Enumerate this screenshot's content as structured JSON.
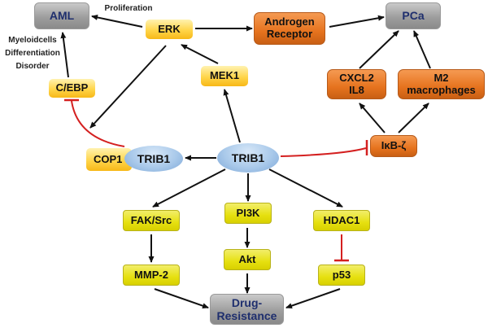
{
  "title": "TRIB1 signaling network",
  "colors": {
    "activation_edge": "#111111",
    "inhibition_edge": "#d42020",
    "outcome_node": "#9e9e9e",
    "outcome_text": "#1f2f6e",
    "kinase_node": "#ffd54a",
    "effector_node": "#e6e010",
    "pca_node": "#e6731e",
    "trib1_node": "#a9c9ea"
  },
  "nodes": {
    "aml": "AML",
    "erk": "ERK",
    "androgen_receptor": "Androgen Receptor",
    "pca": "PCa",
    "mek1": "MEK1",
    "cebp": "C/EBP",
    "cxcl2_il8_line1": "CXCL2",
    "cxcl2_il8_line2": "IL8",
    "m2_line1": "M2",
    "m2_line2": "macrophages",
    "cop1": "COP1",
    "trib1_bound": "TRIB1",
    "trib1_center": "TRIB1",
    "ikb_zeta": "IκB-ζ",
    "fak_src": "FAK/Src",
    "pi3k": "PI3K",
    "hdac1": "HDAC1",
    "mmp2": "MMP-2",
    "akt": "Akt",
    "p53": "p53",
    "drug_resistance_line1": "Drug-",
    "drug_resistance_line2": "Resistance"
  },
  "labels": {
    "proliferation": "Proliferation",
    "myeloid_line1": "Myeloidcells",
    "myeloid_line2": "Differentiation",
    "myeloid_line3": "Disorder"
  },
  "edges": [
    {
      "from": "erk",
      "to": "aml",
      "type": "activation"
    },
    {
      "from": "erk",
      "to": "androgen_receptor",
      "type": "activation"
    },
    {
      "from": "androgen_receptor",
      "to": "pca",
      "type": "activation"
    },
    {
      "from": "mek1",
      "to": "erk",
      "type": "activation"
    },
    {
      "from": "erk",
      "to": "cop1_trib1",
      "type": "activation"
    },
    {
      "from": "cebp",
      "to": "aml",
      "type": "activation"
    },
    {
      "from": "cop1_trib1",
      "to": "cebp",
      "type": "inhibition"
    },
    {
      "from": "trib1",
      "to": "mek1",
      "type": "activation"
    },
    {
      "from": "trib1",
      "to": "cop1_trib1",
      "type": "activation"
    },
    {
      "from": "trib1",
      "to": "ikb_zeta",
      "type": "inhibition"
    },
    {
      "from": "ikb_zeta",
      "to": "cxcl2_il8",
      "type": "activation"
    },
    {
      "from": "ikb_zeta",
      "to": "m2_macrophages",
      "type": "activation"
    },
    {
      "from": "cxcl2_il8",
      "to": "pca",
      "type": "activation"
    },
    {
      "from": "m2_macrophages",
      "to": "pca",
      "type": "activation"
    },
    {
      "from": "trib1",
      "to": "fak_src",
      "type": "activation"
    },
    {
      "from": "trib1",
      "to": "pi3k",
      "type": "activation"
    },
    {
      "from": "trib1",
      "to": "hdac1",
      "type": "activation"
    },
    {
      "from": "fak_src",
      "to": "mmp2",
      "type": "activation"
    },
    {
      "from": "pi3k",
      "to": "akt",
      "type": "activation"
    },
    {
      "from": "hdac1",
      "to": "p53",
      "type": "inhibition"
    },
    {
      "from": "mmp2",
      "to": "drug_resistance",
      "type": "activation"
    },
    {
      "from": "akt",
      "to": "drug_resistance",
      "type": "activation"
    },
    {
      "from": "p53",
      "to": "drug_resistance",
      "type": "activation"
    }
  ]
}
